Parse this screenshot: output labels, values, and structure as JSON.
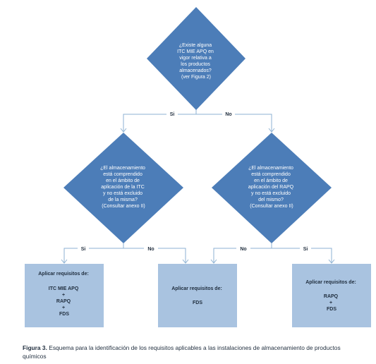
{
  "diagram": {
    "colors": {
      "diamond_fill": "#4c7db8",
      "box_fill": "#a9c3e0",
      "connector": "#8eb2d3",
      "text_dark": "#1f2d3d",
      "text_light": "#ffffff"
    },
    "top_question": {
      "lines": [
        "¿Existe alguna",
        "ITC MIE APQ en",
        "vigor relativa a",
        "los productos",
        "almacenados?",
        "(ver Figura 2)"
      ]
    },
    "left_question": {
      "lines": [
        "¿El almacenamiento",
        "está comprendido",
        "en el ámbito de",
        "aplicación de la ITC",
        "y no está excluido",
        "de la misma?",
        "(Consultar anexo II)"
      ]
    },
    "right_question": {
      "lines": [
        "¿El almacenamiento",
        "está comprendido",
        "en el ámbito de",
        "aplicación del RAPQ",
        "y no está excluido",
        "del mismo?",
        "(Consultar anexo II)"
      ]
    },
    "edge_labels": {
      "top_yes": "Si",
      "top_no": "No",
      "left_yes": "Si",
      "left_no": "No",
      "right_no": "No",
      "right_yes": "Si"
    },
    "boxes": {
      "left": {
        "title": "Aplicar requisitos de:",
        "lines": [
          "ITC MIE APQ",
          "+",
          "RAPQ",
          "+",
          "FDS"
        ]
      },
      "middle": {
        "title": "Aplicar requisitos de:",
        "lines": [
          "FDS"
        ]
      },
      "right": {
        "title": "Aplicar requisitos de:",
        "lines": [
          "RAPQ",
          "+",
          "FDS"
        ]
      }
    }
  },
  "caption": {
    "lead": "Figura 3.",
    "text": " Esquema para la identificación de los requisitos aplicables a las instalaciones de almacenamiento de productos químicos"
  }
}
